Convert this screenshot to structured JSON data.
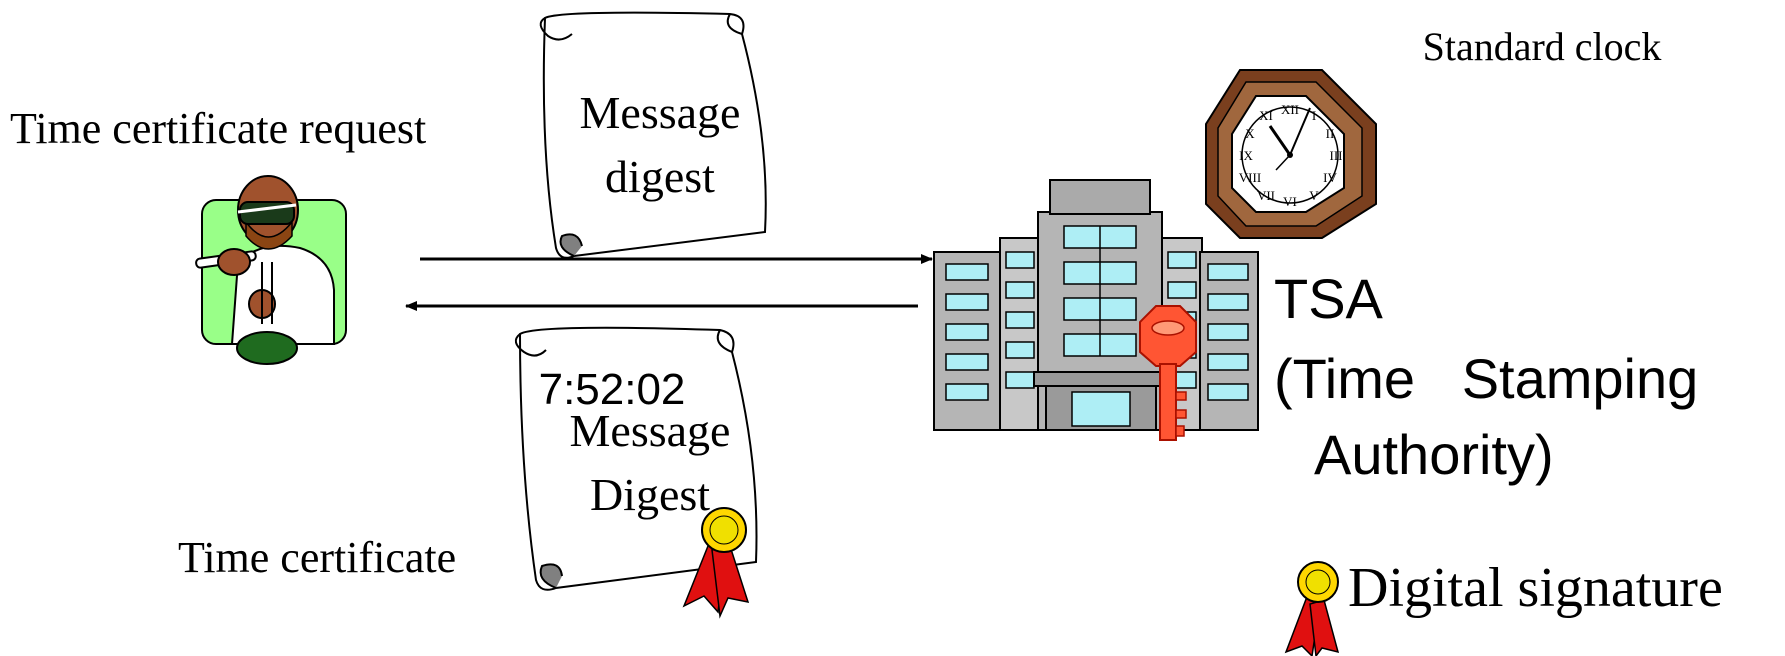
{
  "labels": {
    "time_certificate_request": "Time certificate request",
    "time_certificate": "Time certificate",
    "standard_clock": "Standard clock",
    "tsa_line1": "TSA",
    "tsa_line2": "(Time   Stamping",
    "tsa_line3": "Authority)",
    "digital_signature": "Digital signature"
  },
  "scroll_request": {
    "line1": "Message",
    "line2": "digest"
  },
  "scroll_certificate": {
    "time": "7:52:02",
    "line1": "Message",
    "line2": "Digest"
  },
  "icons": [
    "scientist-icon",
    "scroll-icon",
    "clock-icon",
    "building-icon",
    "key-icon",
    "seal-ribbon-icon"
  ],
  "colors": {
    "scientist_bg": "#99ff88",
    "clock_frame": "#7a3f1e",
    "building_gray": "#b5b5b5",
    "window_cyan": "#aeeef5",
    "key_red": "#ff5533",
    "seal_gold": "#ffd700",
    "ribbon_red": "#e01010"
  }
}
